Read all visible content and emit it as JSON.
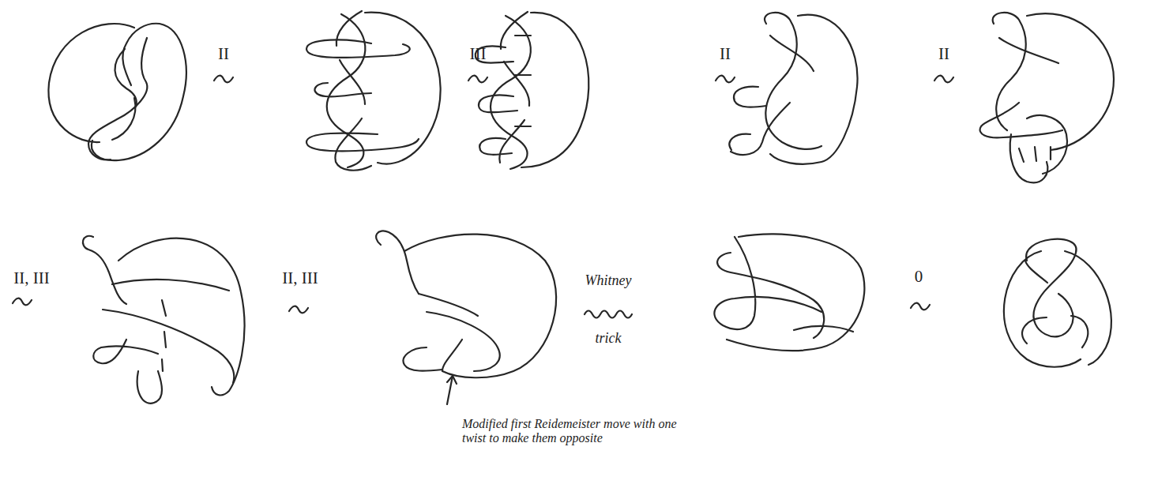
{
  "diagram": {
    "labels": [
      "II",
      "III",
      "II",
      "II",
      "II, III",
      "II, III",
      "Whitney",
      "trick",
      "0",
      "Modified first Reidemeister move with one twist to make them opposite"
    ]
  }
}
